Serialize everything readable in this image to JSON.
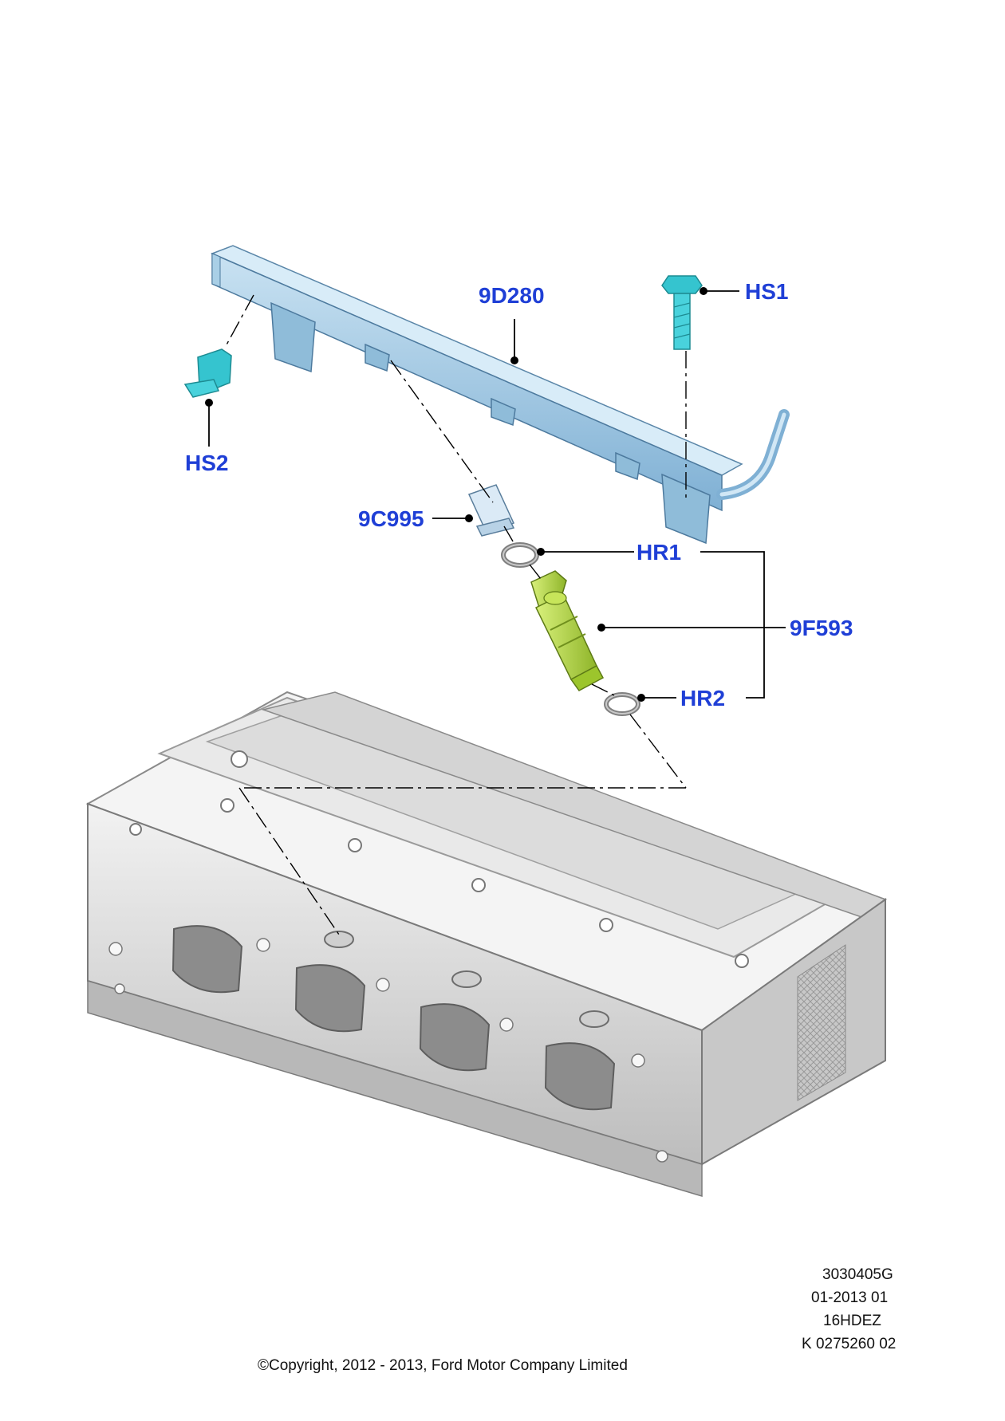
{
  "callouts": {
    "c9d280": "9D280",
    "hs1": "HS1",
    "hs2": "HS2",
    "c9c995": "9C995",
    "hr1": "HR1",
    "c9f593": "9F593",
    "hr2": "HR2"
  },
  "meta": {
    "line1": "3030405G",
    "line2": "01-2013 01",
    "line3": "16HDEZ",
    "line4": "K 0275260 02"
  },
  "copyright": "©Copyright, 2012 - 2013, Ford Motor Company Limited",
  "colors": {
    "callout": "#1f3fd6",
    "fuel_rail": "#9fc6e2",
    "bolt": "#35c4cf",
    "injector": "#b7dc3f",
    "cylinder_head": "#e6e6e6"
  }
}
